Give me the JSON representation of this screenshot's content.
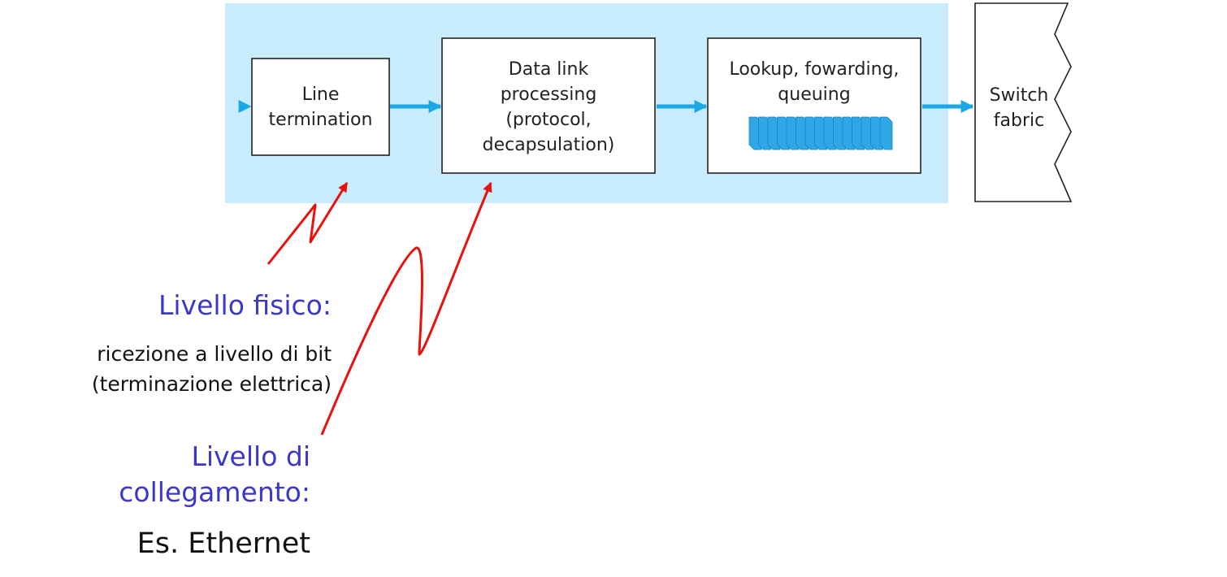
{
  "diagram": {
    "boxes": {
      "line_termination": "Line\ntermination",
      "data_link_processing": "Data link\nprocessing\n(protocol,\ndecapsulation)",
      "lookup": "Lookup, fowarding,\nqueuing",
      "switch_fabric": "Switch\nfabric"
    },
    "annotations": {
      "physical_title": "Livello fisico:",
      "physical_desc": "ricezione a livello di bit\n(terminazione elettrica)",
      "link_title": "Livello di\ncollegamento:",
      "link_desc": "Es. Ethernet"
    },
    "colors": {
      "panel": "#c8ecfb",
      "flow_arrow": "#1aa7e6",
      "pointer": "#e8120c",
      "queue": "#2fa6e6",
      "heading": "#3b38c8"
    }
  }
}
